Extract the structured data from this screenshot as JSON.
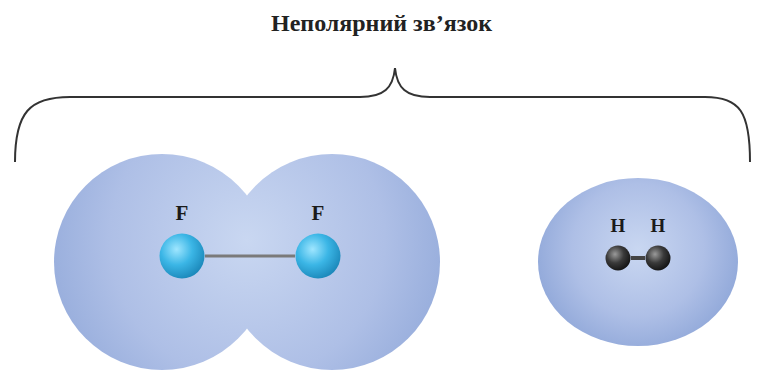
{
  "diagram": {
    "title": "Неполярний зв’язок",
    "nodes": [
      {
        "text": [
          "F"
        ]
      },
      {
        "text": [
          "F"
        ]
      },
      {
        "text": [
          "H"
        ]
      },
      {
        "text": [
          "H"
        ]
      }
    ],
    "edges": [
      {
        "from": 0,
        "to": 1,
        "arrow": "none"
      },
      {
        "from": 2,
        "to": 3,
        "arrow": "none"
      }
    ]
  }
}
